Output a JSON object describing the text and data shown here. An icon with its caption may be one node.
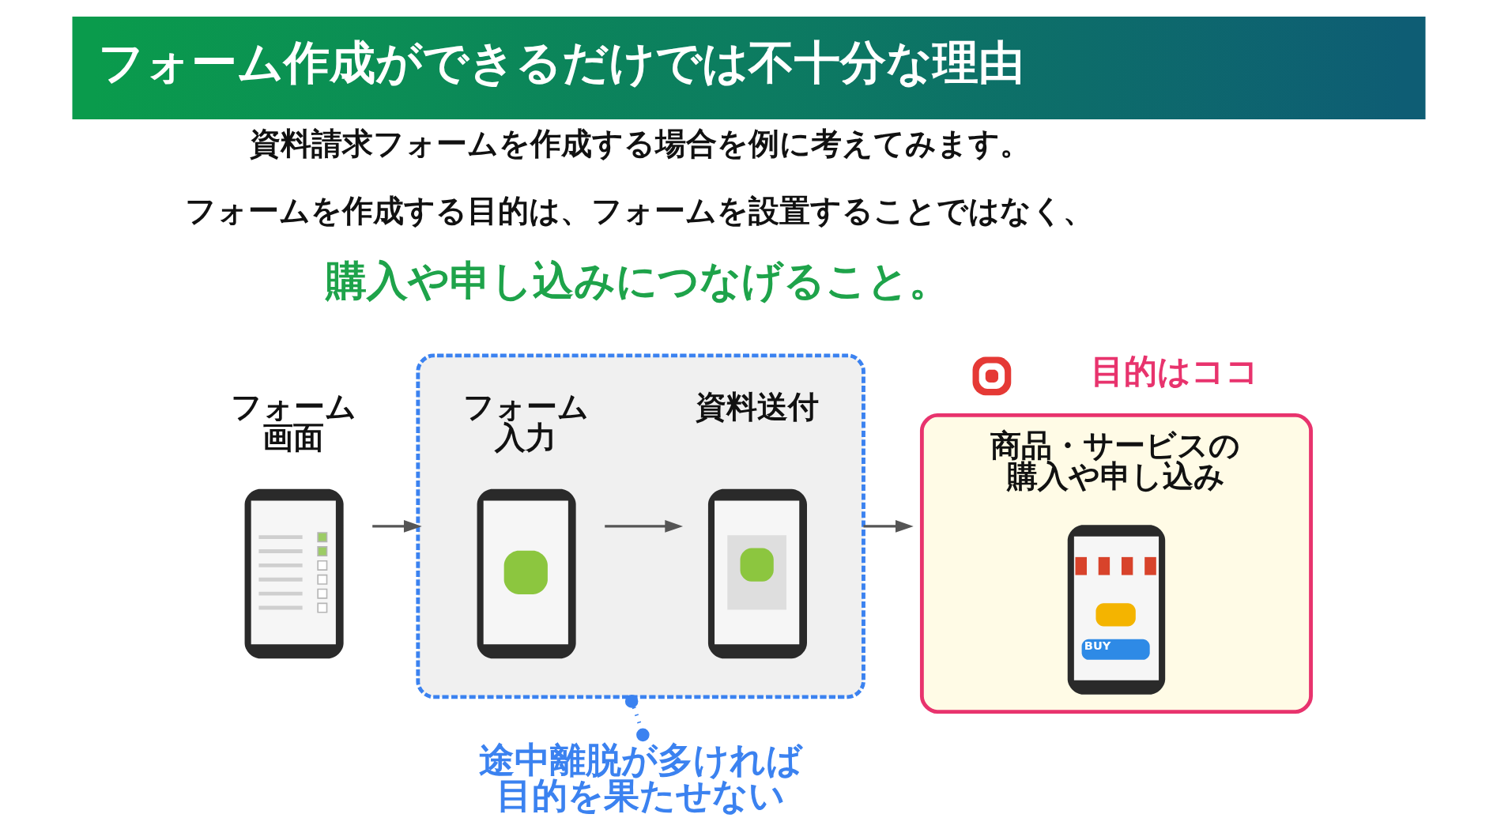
{
  "diagram": {
    "title": "フォーム作成ができるだけでは不十分な理由",
    "nodes": [
      {
        "text": [
          "フォーム画面"
        ]
      },
      {
        "text": [],
        "shape": "box"
      },
      {
        "text": [
          "フォーム入力"
        ],
        "in": 1
      },
      {
        "text": [
          "資料送付"
        ],
        "in": 1
      },
      {
        "text": [
          "商品・サービスの購入や申し込み",
          "BUY"
        ],
        "beside": [
          "目的はココ"
        ]
      },
      {
        "text": [
          "途中離脱が多ければ目的を果たせない"
        ]
      }
    ],
    "edges": [
      {
        "from": 0,
        "to": 1,
        "arrow": "to"
      },
      {
        "from": 2,
        "to": 3,
        "arrow": "to"
      },
      {
        "from": 1,
        "to": 4,
        "arrow": "to"
      },
      {
        "from": 5,
        "to": 1,
        "arrow": "other",
        "style": "dashed",
        "color": "#3b82f0"
      }
    ],
    "labels": [
      "資料請求フォームを作成する場合を例に考えてみます。",
      "フォームを作成する目的は、フォームを設置することではなく、",
      "購入や申し込みにつなげること。"
    ]
  }
}
